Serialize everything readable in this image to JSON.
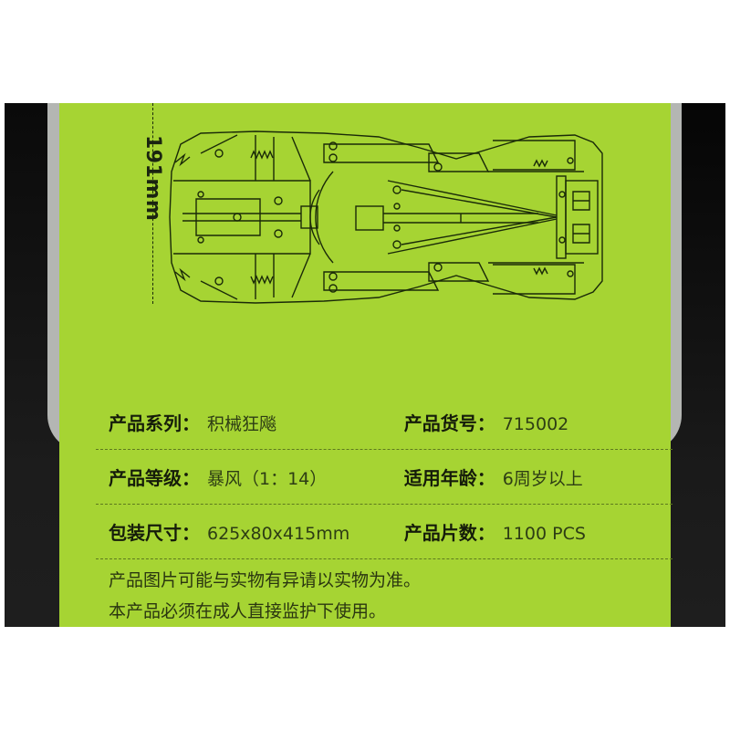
{
  "dimension": {
    "height_label": "191mm"
  },
  "specs": [
    {
      "label": "产品系列：",
      "value": "积械狂飚",
      "label2": "产品货号：",
      "value2": "715002"
    },
    {
      "label": "产品等级：",
      "value": "暴风（1：14）",
      "label2": "适用年龄：",
      "value2": "6周岁以上"
    },
    {
      "label": "包装尺寸：",
      "value": "625x80x415mm",
      "label2": "产品片数：",
      "value2": "1100 PCS"
    }
  ],
  "notes": [
    "产品图片可能与实物有异请以实物为准。",
    "本产品必须在成人直接监护下使用。"
  ],
  "colors": {
    "accent_green": "#a6d433",
    "panel_gray": "#b4b6b3",
    "side_black": "#1a1a1a",
    "line_dark": "#1a2a0a"
  },
  "image": {
    "subject": "car-chassis-top-view-line-drawing"
  }
}
